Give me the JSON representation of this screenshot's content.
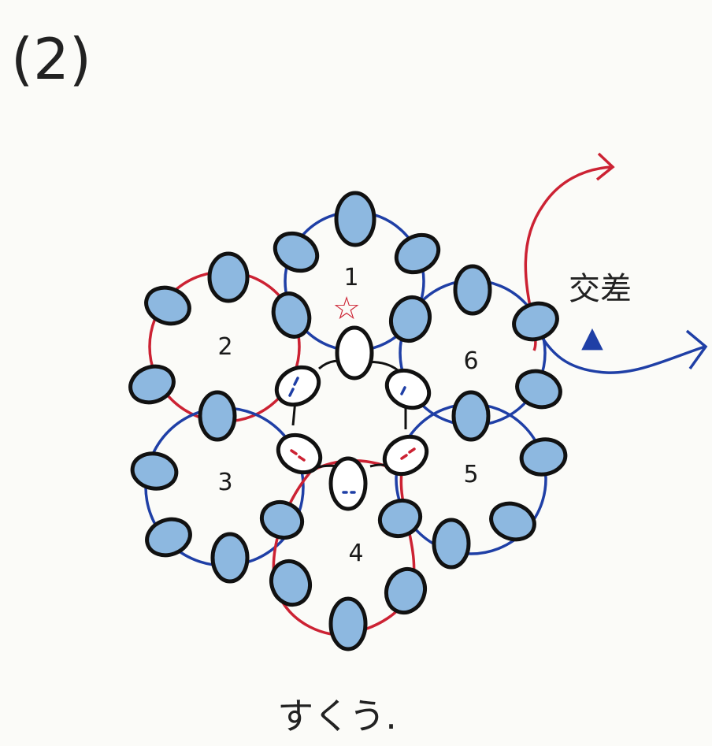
{
  "title": "(2)",
  "start_mark": "☆",
  "note_label": "交差",
  "note_symbol": "▲",
  "bottom_label": "すくう.",
  "rings": [
    {
      "label": "1",
      "color": "blue"
    },
    {
      "label": "2",
      "color": "red"
    },
    {
      "label": "3",
      "color": "blue"
    },
    {
      "label": "4",
      "color": "red"
    },
    {
      "label": "5",
      "color": "blue"
    },
    {
      "label": "6",
      "color": "blue"
    }
  ],
  "colors": {
    "red_thread": "#cc2233",
    "blue_thread": "#1f3fa6",
    "bead_fill": "#8db8e0",
    "outline": "#111111",
    "paper": "#fbfbf8"
  }
}
